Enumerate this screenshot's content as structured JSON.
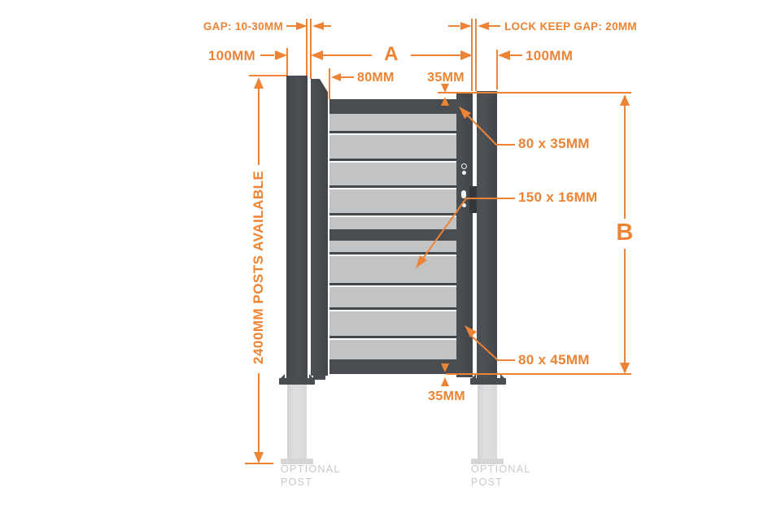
{
  "colors": {
    "accent": "#ED8435",
    "frame_dark": "#494D52",
    "slat_gray": "#C2C3C5",
    "optional_post_gray": "#DEDFE0",
    "muted_text": "#C7C8CA"
  },
  "annotations": {
    "hinge_gap": "GAP: 10-30MM",
    "lock_keep_gap": "LOCK KEEP GAP: 20MM",
    "left_post_width": "100MM",
    "right_post_width": "100MM",
    "width_a": "A",
    "height_b": "B",
    "hinge_stile_width": "80MM",
    "top_inset": "35MM",
    "rail_profile": "80 x 35MM",
    "infill_board_profile": "150 x 16MM",
    "lock_stile_profile": "80 x 45MM",
    "bottom_inset": "35MM",
    "post_length_note": "2400MM POSTS AVAILABLE",
    "optional_post_left": "OPTIONAL POST",
    "optional_post_right": "OPTIONAL POST"
  }
}
